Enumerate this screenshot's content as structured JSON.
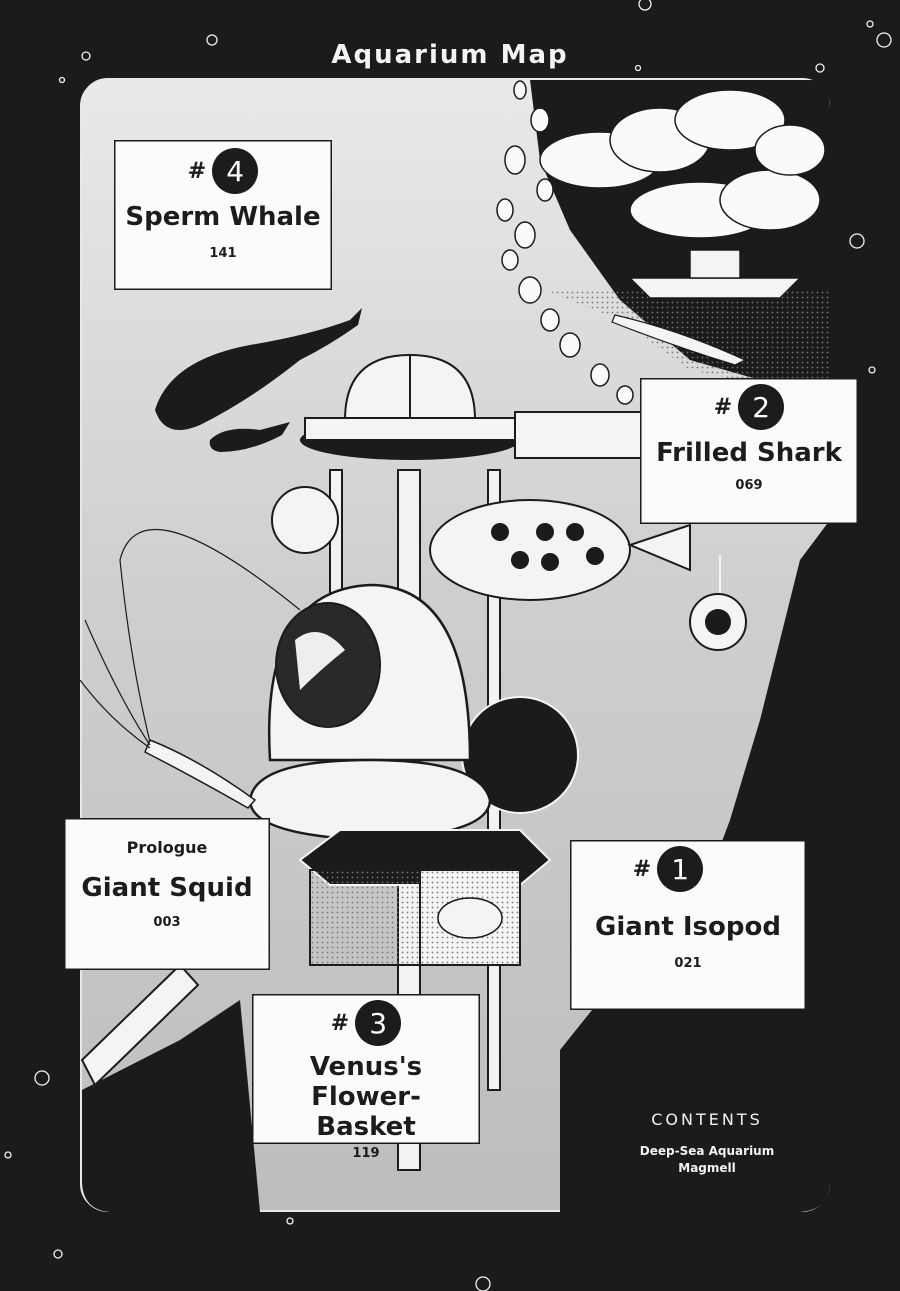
{
  "page_title": "Aquarium Map",
  "cards": {
    "sperm_whale": {
      "hash": "#",
      "number": "4",
      "name": "Sperm Whale",
      "page": "141"
    },
    "frilled_shark": {
      "hash": "#",
      "number": "2",
      "name": "Frilled Shark",
      "page": "069"
    },
    "giant_squid": {
      "prefix": "Prologue",
      "name": "Giant Squid",
      "page": "003"
    },
    "giant_isopod": {
      "hash": "#",
      "number": "1",
      "name": "Giant Isopod",
      "page": "021"
    },
    "venus": {
      "hash": "#",
      "number": "3",
      "name_line1": "Venus's Flower-",
      "name_line2": "Basket",
      "page": "119"
    }
  },
  "contents": {
    "heading": "CONTENTS",
    "line1": "Deep-Sea Aquarium",
    "line2": "Magmell"
  },
  "colors": {
    "background": "#1c1a1b",
    "paper": "#fbfbfb",
    "ink": "#1d1b1c"
  }
}
